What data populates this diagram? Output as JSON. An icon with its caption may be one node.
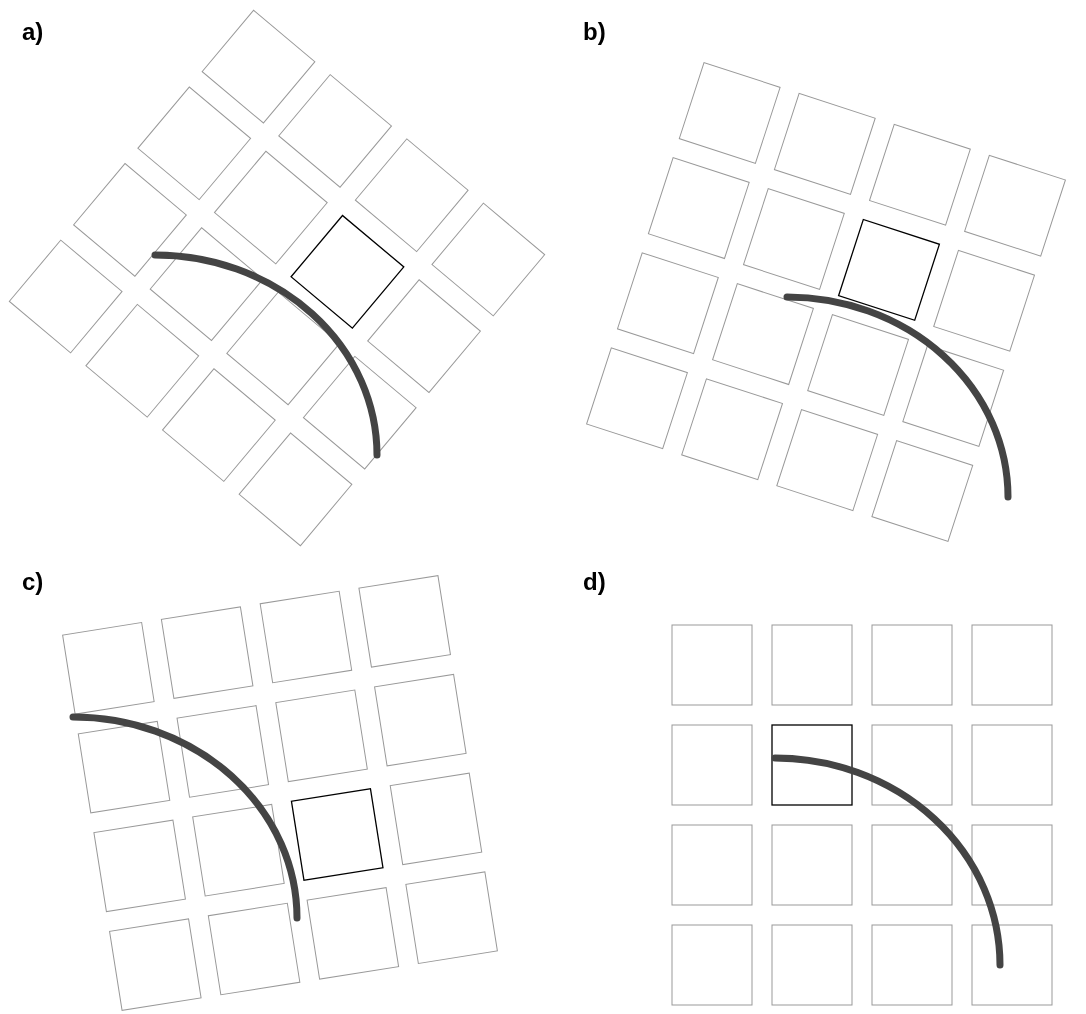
{
  "diagram": {
    "labels": [
      "a)",
      "b)",
      "c)",
      "d)"
    ]
  }
}
